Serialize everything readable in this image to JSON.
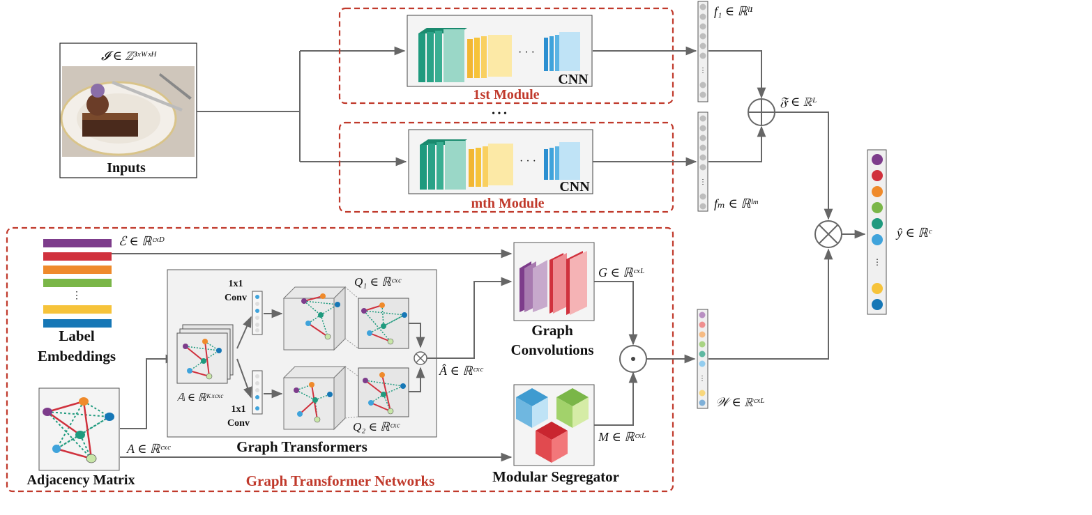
{
  "inputs": {
    "formula": "𝓘 ∈ ℤ³ˣᵂˣᴴ",
    "label": "Inputs"
  },
  "modules": {
    "first": {
      "title": "1st Module",
      "cnn_label": "CNN",
      "ellipsis": "· · ·"
    },
    "mth": {
      "title": "mth Module",
      "cnn_label": "CNN",
      "ellipsis": "· · ·"
    },
    "between_dots": "• • •"
  },
  "features": {
    "f1": "f₁ ∈ ℝˡ¹",
    "fm": "fₘ ∈ ℝˡᵐ",
    "fused": "𝔉 ∈ ℝᴸ",
    "output": "ŷ ∈ ℝᶜ",
    "w": "𝒲 ∈ ℝᶜˣᴸ",
    "vdots": "⋮"
  },
  "gtn": {
    "title": "Graph Transformer Networks",
    "embedding_formula": "ℰ ∈ ℝᶜˣᴰ",
    "label_embeddings_line1": "Label",
    "label_embeddings_line2": "Embeddings",
    "adjacency_label": "Adjacency Matrix",
    "adjacency_formula": "A ∈ ℝᶜˣᶜ",
    "conv1_line1": "1x1",
    "conv1_line2": "Conv",
    "conv2_line1": "1x1",
    "conv2_line2": "Conv",
    "stack_formula": "𝔸 ∈ ℝᴷˣᶜˣᶜ",
    "q1_formula": "Q₁ ∈ ℝᶜˣᶜ",
    "q2_formula": "Q₂ ∈ ℝᶜˣᶜ",
    "ahat_formula": "Â ∈ ℝᶜˣᶜ",
    "graph_transformers_label": "Graph Transformers",
    "graph_conv_line1": "Graph",
    "graph_conv_line2": "Convolutions",
    "g_formula": "G ∈ ℝᶜˣᴸ",
    "m_formula": "M ∈ ℝᶜˣᴸ",
    "segregator_label": "Modular Segregator"
  },
  "colors": {
    "purple": "#7d3c8b",
    "red": "#d0313d",
    "orange": "#ef8a2b",
    "green": "#7ab648",
    "teal": "#1f9a7e",
    "blue": "#3fa3db",
    "yellow": "#f6c33a",
    "darkblue": "#1677b6",
    "module_border": "#c0392b"
  },
  "embedding_bars": [
    "purple",
    "red",
    "orange",
    "green",
    "yellow",
    "darkblue"
  ],
  "output_dots": [
    "purple",
    "red",
    "orange",
    "green",
    "teal",
    "blue",
    "yellow",
    "darkblue"
  ]
}
